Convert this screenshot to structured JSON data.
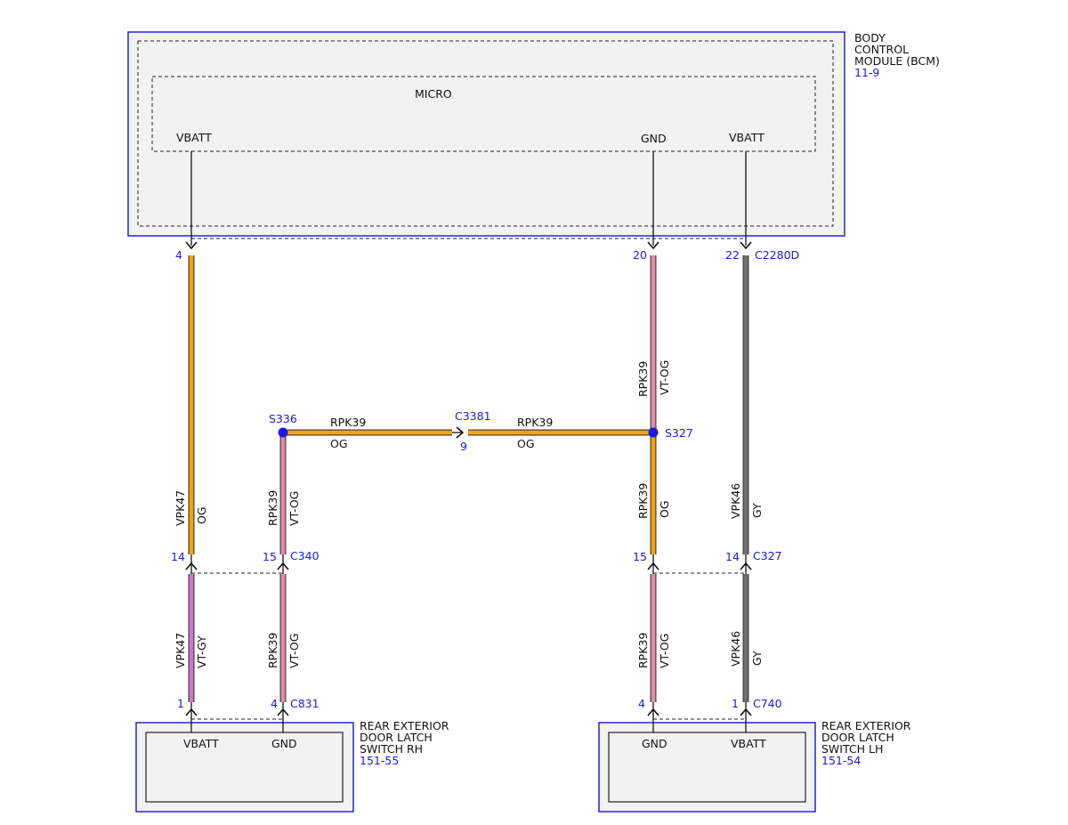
{
  "colors": {
    "OG": "#f5a500",
    "VT-OG": "#e88aaa",
    "VT-GY": "#cc77cc",
    "GY": "#707070",
    "border": "#2424d4",
    "splice": "#1a1ae6",
    "box_fill": "#f2f2f2"
  },
  "bcm": {
    "name_line1": "BODY",
    "name_line2": "CONTROL",
    "name_line3": "MODULE (BCM)",
    "ref": "11-9",
    "micro_label": "MICRO",
    "pin_vbatt_left": "VBATT",
    "pin_gnd": "GND",
    "pin_vbatt_right": "VBATT",
    "connector": "C2280D",
    "pin_numbers": [
      "4",
      "20",
      "22"
    ]
  },
  "rh_switch": {
    "name_line1": "REAR EXTERIOR",
    "name_line2": "DOOR LATCH",
    "name_line3": "SWITCH RH",
    "ref": "151-55",
    "pin_vbatt": "VBATT",
    "pin_gnd": "GND",
    "connector": "C831",
    "pin_vbatt_num": "1",
    "pin_gnd_num": "4"
  },
  "lh_switch": {
    "name_line1": "REAR EXTERIOR",
    "name_line2": "DOOR LATCH",
    "name_line3": "SWITCH LH",
    "ref": "151-54",
    "pin_gnd": "GND",
    "pin_vbatt": "VBATT",
    "connector": "C740",
    "pin_gnd_num": "4",
    "pin_vbatt_num": "1"
  },
  "inline_connectors": {
    "c340": {
      "name": "C340",
      "pin_left": "14",
      "pin_right": "15"
    },
    "c327": {
      "name": "C327",
      "pin_left": "15",
      "pin_right": "14"
    },
    "c3381": {
      "name": "C3381",
      "pin": "9"
    }
  },
  "splices": {
    "s336": "S336",
    "s327": "S327"
  },
  "wires": {
    "w_vpk47_og": {
      "circuit": "VPK47",
      "color": "OG"
    },
    "w_vpk47_vtgy": {
      "circuit": "VPK47",
      "color": "VT-GY"
    },
    "w_rpk39_s336_down": {
      "circuit": "RPK39",
      "color": "VT-OG"
    },
    "w_rpk39_c340_c831": {
      "circuit": "RPK39",
      "color": "VT-OG"
    },
    "w_rpk39_h_left": {
      "circuit": "RPK39",
      "color": "OG"
    },
    "w_rpk39_h_right": {
      "circuit": "RPK39",
      "color": "OG"
    },
    "w_rpk39_bcm_s327": {
      "circuit": "RPK39",
      "color": "VT-OG"
    },
    "w_rpk39_s327_c327": {
      "circuit": "RPK39",
      "color": "OG"
    },
    "w_rpk39_c327_c740": {
      "circuit": "RPK39",
      "color": "VT-OG"
    },
    "w_vpk46_upper": {
      "circuit": "VPK46",
      "color": "GY"
    },
    "w_vpk46_lower": {
      "circuit": "VPK46",
      "color": "GY"
    }
  }
}
